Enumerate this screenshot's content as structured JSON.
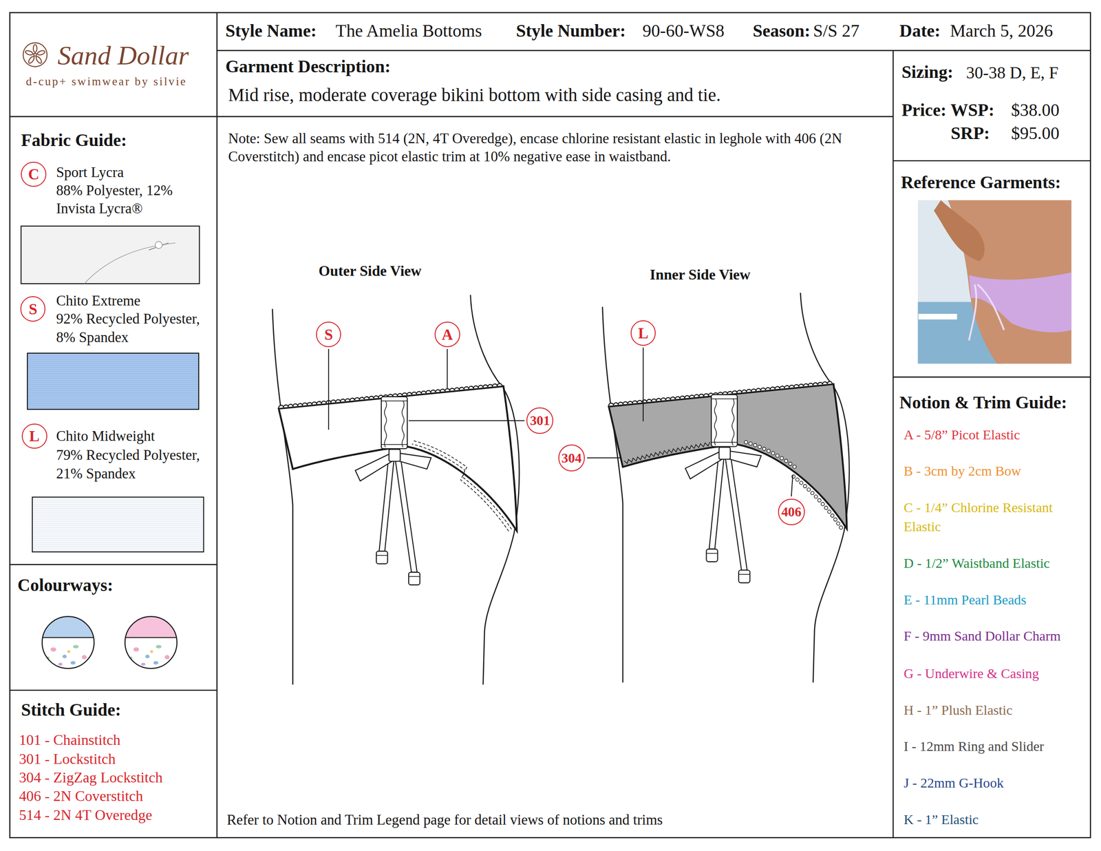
{
  "diagram": {
    "nodes": [
      {
        "text": [
          "Sand Dollar",
          "d-cup+ swimwear by silvie"
        ]
      },
      {
        "text": [
          "Style Name:",
          "The Amelia Bottoms",
          "Style Number:",
          "90-60-WS8",
          "Season:",
          "S/S 27",
          "Date:",
          "March 5, 2026"
        ]
      },
      {
        "text": [
          "Garment Description:",
          "Mid rise, moderate coverage bikini bottom with side casing and tie."
        ]
      },
      {
        "text": [
          "Sizing:",
          "30-38 D, E, F",
          "Price: WSP:",
          "$38.00",
          "SRP:",
          "$95.00"
        ]
      },
      {
        "text": [
          "Fabric Guide:",
          "Sport Lycra",
          "88% Polyester, 12% Invista Lycra®",
          "Chito Extreme",
          "92% Recycled Polyester, 8% Spandex",
          "Chito Midweight",
          "79% Recycled Polyester, 21% Spandex"
        ]
      },
      {
        "text": [
          "C"
        ],
        "in": 4
      },
      {
        "text": [
          "S"
        ],
        "in": 4
      },
      {
        "text": [
          "L"
        ],
        "in": 4
      },
      {
        "text": [
          "Colourways:"
        ]
      },
      {
        "text": [
          "Stitch Guide:",
          "101 - Chainstitch",
          "301 - Lockstitch",
          "304 - ZigZag Lockstitch",
          "406 - 2N Coverstitch",
          "514 - 2N 4T Overedge"
        ]
      },
      {
        "text": [
          "S"
        ]
      },
      {
        "text": [
          "A"
        ]
      },
      {
        "text": [
          "301"
        ]
      },
      {
        "text": [
          "L"
        ]
      },
      {
        "text": [
          "304"
        ]
      },
      {
        "text": [
          "406"
        ]
      },
      {
        "text": [
          "Reference Garments:"
        ]
      },
      {
        "text": [
          "Notion & Trim Guide:",
          "A - 5/8” Picot Elastic",
          "B - 3cm by 2cm Bow",
          "C - 1/4” Chlorine Resistant Elastic",
          "D - 1/2” Waistband Elastic",
          "E - 11mm Pearl Beads",
          "F - 9mm Sand Dollar Charm",
          "G - Underwire & Casing",
          "H - 1” Plush Elastic",
          "I - 12mm Ring and Slider",
          "J - 22mm G-Hook",
          "K - 1” Elastic"
        ]
      }
    ],
    "labels": [
      "Note: Sew all seams with 514 (2N, 4T Overedge), encase chlorine resistant elastic in leghole with 406 (2N Coverstitch) and encase picot elastic trim at 10% negative ease in waistband.",
      "Outer Side View",
      "Inner Side View",
      "Refer to Notion and Trim Legend page for detail views of notions and trims"
    ]
  }
}
